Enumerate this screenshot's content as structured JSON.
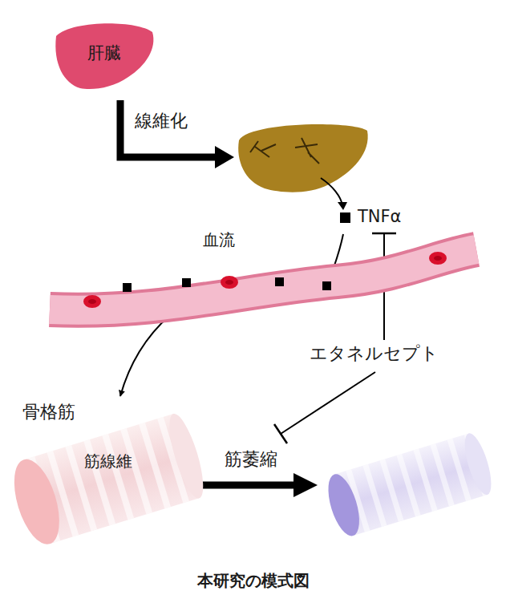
{
  "diagram": {
    "caption": "本研究の模式図",
    "nodes": [
      {
        "text": [
          "肝臓"
        ]
      },
      {
        "text": [
          "血流"
        ]
      },
      {
        "text": [
          "骨格筋",
          "筋線維"
        ]
      }
    ],
    "edges": [
      {
        "from": 1,
        "to": 2,
        "arrow": "to"
      }
    ],
    "labels": [
      "線維化",
      "TNFα",
      "エタネルセプト",
      "筋萎縮"
    ]
  }
}
